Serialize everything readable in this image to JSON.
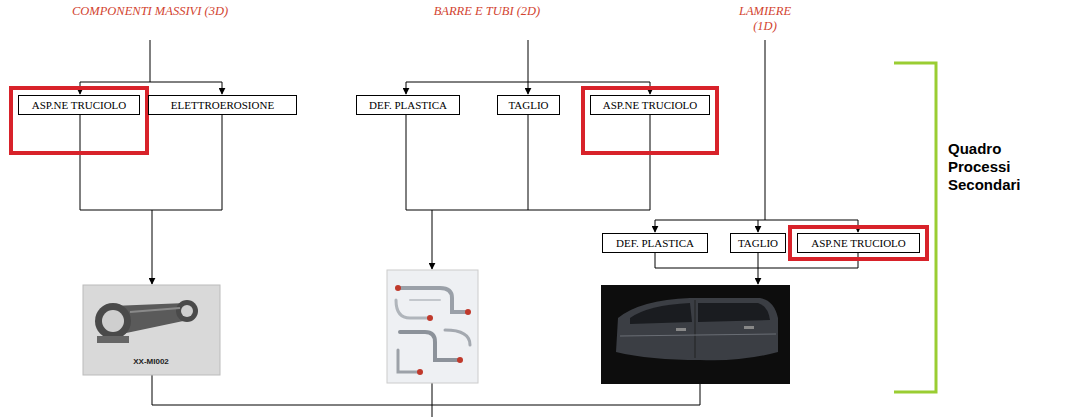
{
  "diagram": {
    "nodes": [
      {
        "text": [
          "ASP.NE TRUCIOLO"
        ]
      },
      {
        "text": [
          "ELETTROEROSIONE"
        ]
      },
      {
        "text": [
          "DEF. PLASTICA"
        ]
      },
      {
        "text": [
          "TAGLIO"
        ]
      },
      {
        "text": [
          "ASP.NE TRUCIOLO"
        ]
      },
      {
        "text": [
          "DEF. PLASTICA"
        ]
      },
      {
        "text": [
          "TAGLIO"
        ]
      },
      {
        "text": [
          "ASP.NE TRUCIOLO"
        ]
      }
    ],
    "labels": [
      "COMPONENTI MASSIVI (3D)",
      "BARRE E TUBI (2D)",
      "LAMIERE (1D)",
      "XX-MI002",
      "Quadro Processi Secondari"
    ]
  }
}
